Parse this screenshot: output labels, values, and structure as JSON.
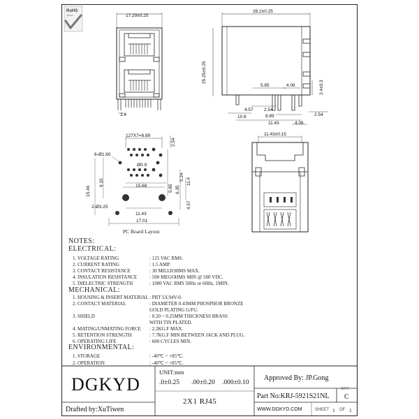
{
  "rohs": {
    "label": "RoHS",
    "sub": "ROHS"
  },
  "dims": {
    "front_width": "17.29±0.25",
    "side_width": "28.2±0.25",
    "side_height": "25.25±0.25",
    "side_small": "3.4±0.3",
    "front_pin": "3.4",
    "d_585": "5.85",
    "d_406": "4.06",
    "d_457": "4.57",
    "d_254a": "2.54",
    "d_108": "10.8",
    "d_889": "8.89",
    "d_1143": "11.43",
    "d_406b": "4.06",
    "d_254b": "2.54",
    "pcb_top": "127X7=8.89",
    "pcb_254": "2.54",
    "pcb_hole": "6-Ø1.60",
    "pcb_d09": "Ø0.9",
    "pcb_1546": "15.46",
    "pcb_915": "9.15",
    "pcb_1568": "15.68",
    "pcb_585": "5.85",
    "pcb_635": "6.35",
    "pcb_524": "5.24",
    "pcb_114": "11.4",
    "pcb_2hole": "2-Ø3.25",
    "pcb_1143": "11.43",
    "pcb_457": "4.57",
    "pcb_1701": "17.01",
    "pcb_caption": "PC Board Layout",
    "bottom_width": "11.43±0.15"
  },
  "notes": {
    "title": "NOTES:",
    "electrical_title": "ELECTRICAL:",
    "electrical": [
      {
        "label": "1. VOLTAGE RATING",
        "value": ": 125 VAC RMS."
      },
      {
        "label": "2. CURRENT RATING",
        "value": ": 1.5 AMP."
      },
      {
        "label": "3. CONTACT RESISTANCE",
        "value": ": 30 MILLIOHMS MAX."
      },
      {
        "label": "4. INSULATION RESISTANCE",
        "value": ": 500 MEGOHMS MIN @ 500 VDC."
      },
      {
        "label": "5. DIELECTRIC STRENGTH",
        "value": ": 1000 VAC RMS 50Hz or 60Hz, 1MIN."
      }
    ],
    "mechanical_title": "MECHANICAL:",
    "mechanical": [
      {
        "label": "1. HOUSING & INSERT MATERIAL",
        "value": ": PBT  UL94V-0."
      },
      {
        "label": "2. CONTACT MATERIAL",
        "value": ": DIAMETER 0.43MM PHOSPHOR BRONZE"
      },
      {
        "label": "",
        "value": "  GOLD PLATING  G/FU."
      },
      {
        "label": "3. SHIELD",
        "value": ": 0.20 ~ 0.25MM THICKNESS BRASS"
      },
      {
        "label": "",
        "value": "  WITH TIN PLATED."
      },
      {
        "label": "4. MATING/UNMATING FORCE",
        "value": ": 2.2KG.F MAX."
      },
      {
        "label": "5. RETENTION STRENGTH",
        "value": ": 7.7KG.F MIN BETWEEN JACK AND PLUG."
      },
      {
        "label": "6. OPERATING LIFE",
        "value": ": 600 CYCLES MIN."
      }
    ],
    "environmental_title": "ENVIRONMENTAL:",
    "environmental": [
      {
        "label": "1. STORAGE",
        "value": ": -40℃ ~ +85℃."
      },
      {
        "label": "2. OPERATION",
        "value": ": -40℃ ~ +85℃."
      }
    ]
  },
  "title_block": {
    "company": "DGKYD",
    "drafted_by": "Drafted by:XuTiwen",
    "unit": "UNIT:mm",
    "tol_1": ".0±0.25",
    "tol_2": ".00±0.20",
    "tol_3": ".000±0.10",
    "product": "2X1  RJ45",
    "approved_by": "Approved By: JP.Gong",
    "rev_label": "REV.",
    "rev": "C",
    "part_no": "Part No:KRJ-5921S21NL",
    "website": "WWW.DGKYD.COM",
    "sheet_label": "SHEET",
    "sheet_num": "1",
    "sheet_of": "OF",
    "sheet_total": "1"
  }
}
